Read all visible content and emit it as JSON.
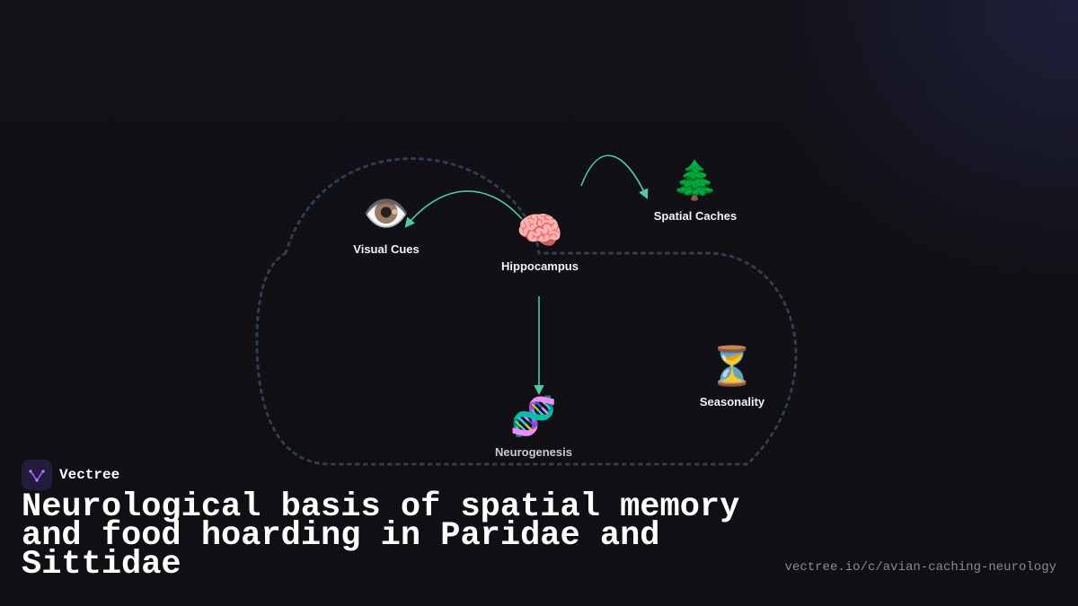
{
  "brand": {
    "name": "Vectree",
    "logo_icon": "vectree-logo-icon",
    "logo_color": "#a855f7",
    "logo_bg": "#221d3f"
  },
  "title": "Neurological basis of spatial memory and food hoarding in Paridae and Sittidae",
  "url": "vectree.io/c/avian-caching-neurology",
  "colors": {
    "arrow": "#4ecba3",
    "outline": "#2e3d52",
    "background": "#111116",
    "text": "#f2f2f4"
  },
  "diagram": {
    "nodes": [
      {
        "id": "visual-cues",
        "label": "Visual Cues",
        "icon": "👁️",
        "icon_name": "eye-icon"
      },
      {
        "id": "hippocampus",
        "label": "Hippocampus",
        "icon": "🧠",
        "icon_name": "brain-icon"
      },
      {
        "id": "spatial-caches",
        "label": "Spatial Caches",
        "icon": "🌲",
        "icon_name": "evergreen-tree-icon"
      },
      {
        "id": "seasonality",
        "label": "Seasonality",
        "icon": "⏳",
        "icon_name": "hourglass-icon"
      },
      {
        "id": "neurogenesis",
        "label": "Neurogenesis",
        "icon": "🧬",
        "icon_name": "dna-icon"
      }
    ],
    "edges": [
      {
        "from": "hippocampus",
        "to": "visual-cues"
      },
      {
        "from": "hippocampus",
        "to": "spatial-caches"
      },
      {
        "from": "hippocampus",
        "to": "neurogenesis"
      }
    ]
  }
}
